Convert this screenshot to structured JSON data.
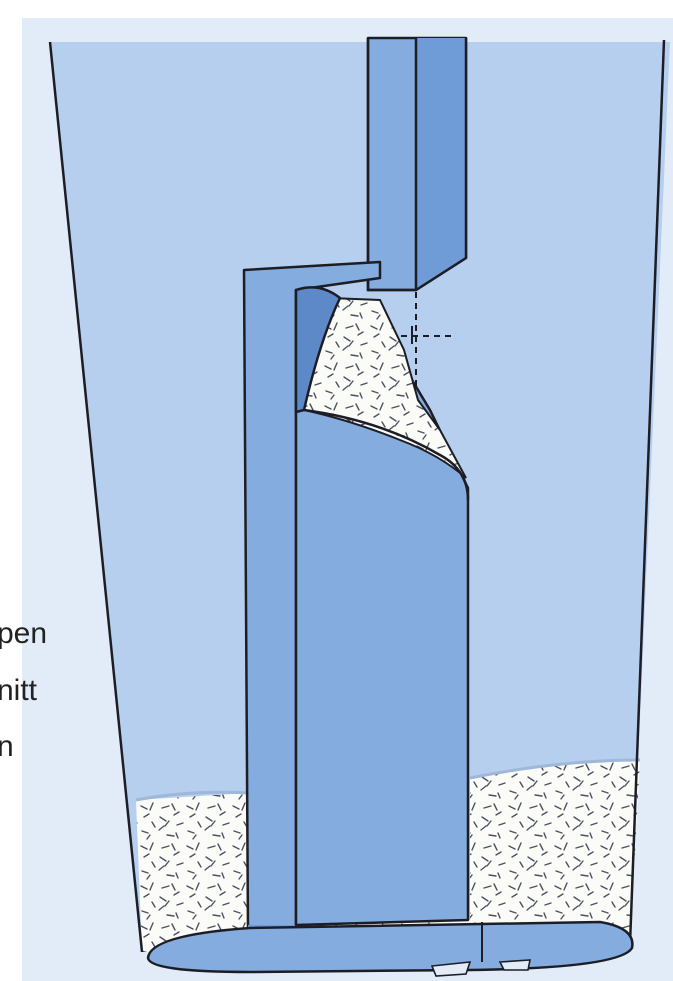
{
  "caption_fragments": [
    "pen",
    "nitt",
    "n"
  ],
  "colors": {
    "frame_background": "#e2ecf8",
    "liquid_blue": "#b7cfee",
    "blade_blue": "#84acdf",
    "blade_dark": "#5e89c8",
    "sediment_white": "#fbfbf8",
    "outline": "#1d1d26"
  }
}
